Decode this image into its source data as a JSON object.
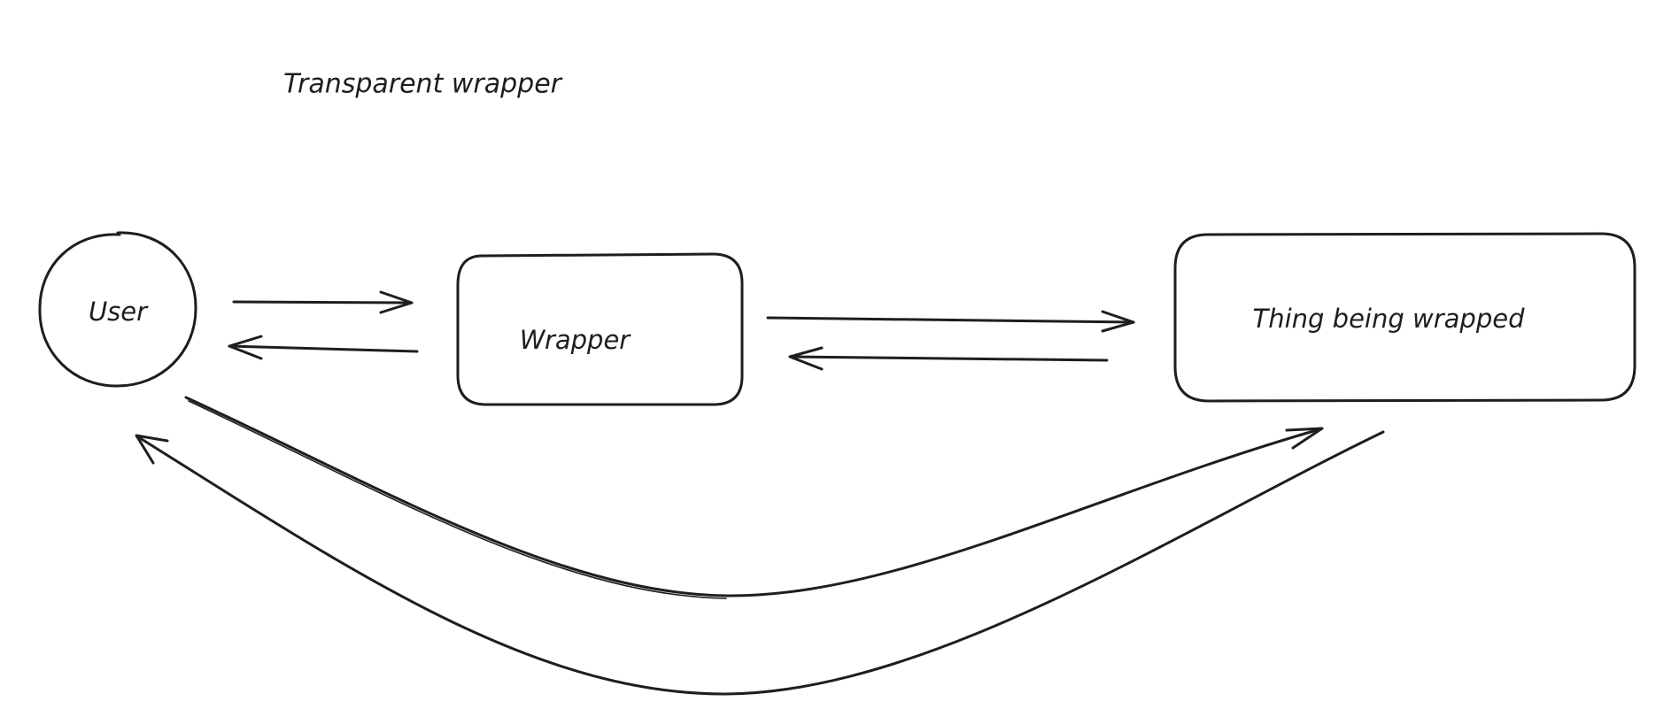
{
  "diagram": {
    "title": "Transparent wrapper",
    "nodes": [
      {
        "id": "user",
        "label": "User",
        "shape": "circle"
      },
      {
        "id": "wrapper",
        "label": "Wrapper",
        "shape": "rounded-rectangle"
      },
      {
        "id": "wrapped",
        "label": "Thing being wrapped",
        "shape": "rounded-rectangle"
      }
    ],
    "edges": [
      {
        "from": "user",
        "to": "wrapper"
      },
      {
        "from": "wrapper",
        "to": "user"
      },
      {
        "from": "wrapper",
        "to": "wrapped"
      },
      {
        "from": "wrapped",
        "to": "wrapper"
      },
      {
        "from": "user",
        "to": "wrapped",
        "style": "curved"
      },
      {
        "from": "wrapped",
        "to": "user",
        "style": "curved"
      }
    ],
    "stroke_color": "#1e1e1e",
    "background_color": "#ffffff"
  }
}
